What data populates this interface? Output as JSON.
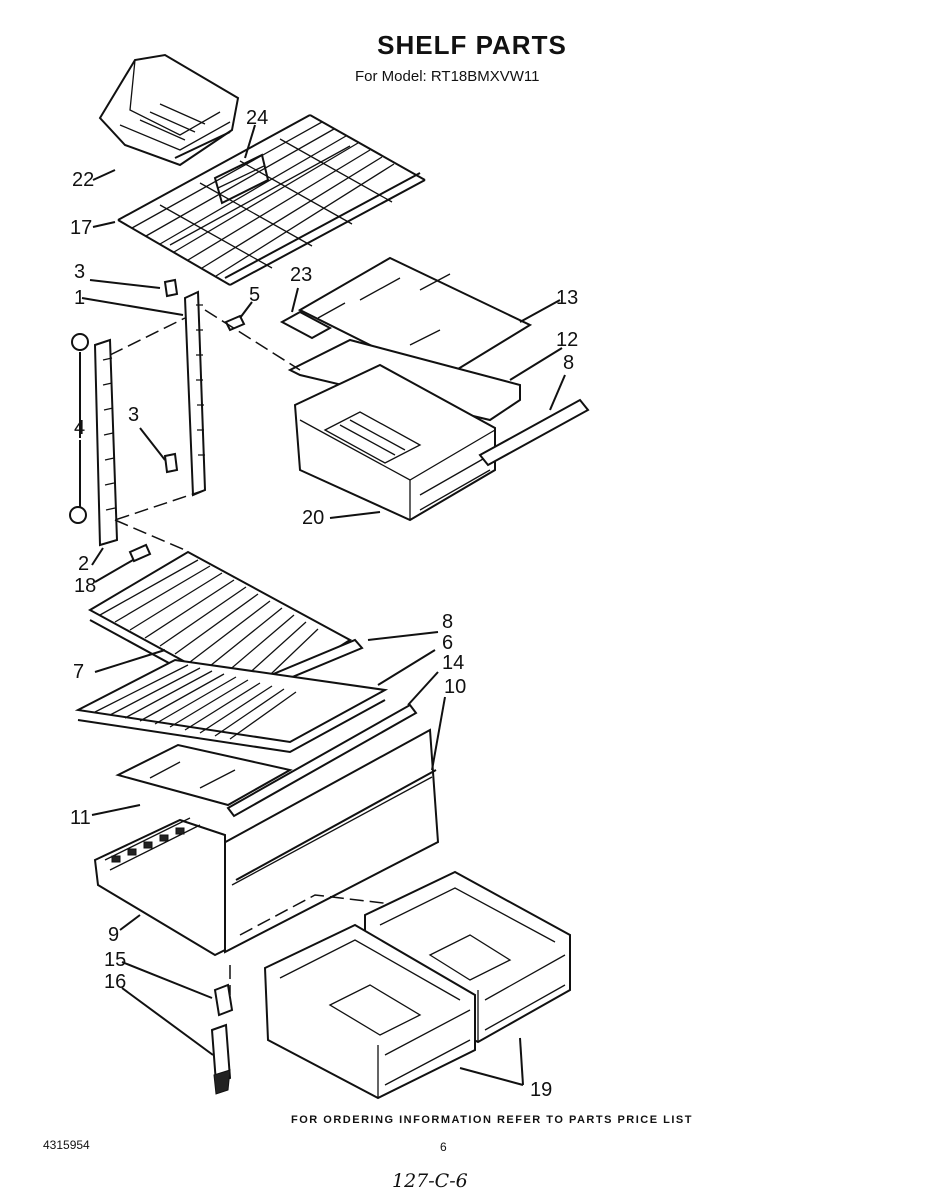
{
  "title": "SHELF PARTS",
  "subtitle": "For Model: RT18BMXVW11",
  "callouts": {
    "c22": "22",
    "c24": "24",
    "c17": "17",
    "c3a": "3",
    "c1": "1",
    "c5": "5",
    "c23": "23",
    "c13": "13",
    "c12": "12",
    "c8a": "8",
    "c4": "4",
    "c3b": "3",
    "c20": "20",
    "c2": "2",
    "c18": "18",
    "c8b": "8",
    "c6": "6",
    "c14": "14",
    "c7": "7",
    "c10": "10",
    "c11": "11",
    "c9": "9",
    "c15": "15",
    "c16": "16",
    "c19": "19"
  },
  "footer": "FOR ORDERING INFORMATION REFER TO PARTS PRICE LIST",
  "doc_number": "4315954",
  "page_number": "6",
  "handwritten_note": "127-C-6"
}
